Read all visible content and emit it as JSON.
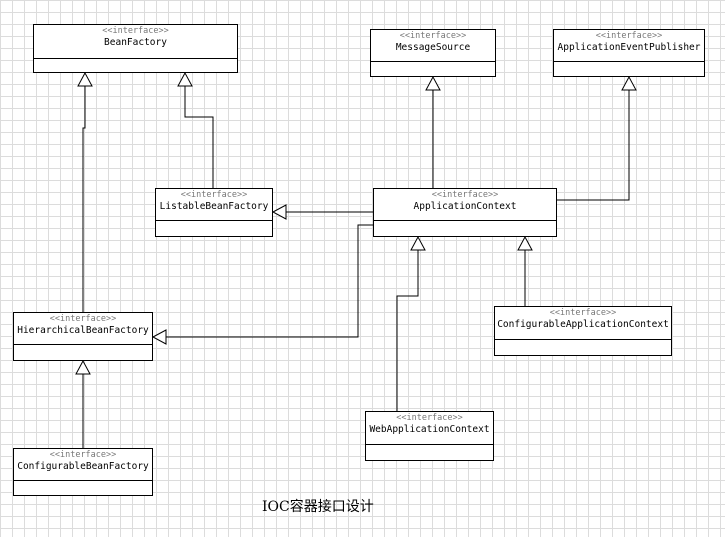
{
  "diagram": {
    "caption": "IOC容器接口设计",
    "stereotype": "<<interface>>",
    "nodes": {
      "bean_factory": "BeanFactory",
      "message_source": "MessageSource",
      "application_event_publisher": "ApplicationEventPublisher",
      "listable_bean_factory": "ListableBeanFactory",
      "application_context": "ApplicationContext",
      "hierarchical_bean_factory": "HierarchicalBeanFactory",
      "configurable_application_context": "ConfigurableApplicationContext",
      "web_application_context": "WebApplicationContext",
      "configurable_bean_factory": "ConfigurableBeanFactory"
    }
  }
}
